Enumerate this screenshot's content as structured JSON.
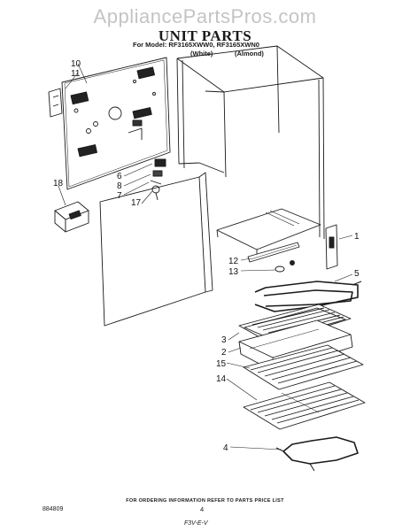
{
  "watermark": "AppliancePartsPros.com",
  "title": "UNIT PARTS",
  "models_line": "For Model: RF3165XWW0, RF3165XWN0",
  "colors": [
    "(White)",
    "(Almond)"
  ],
  "callouts": [
    "10",
    "11",
    "18",
    "6",
    "8",
    "7",
    "17",
    "1",
    "12",
    "13",
    "5",
    "3",
    "2",
    "15",
    "14",
    "4"
  ],
  "footer_note": "FOR ORDERING INFORMATION REFER TO PARTS PRICE LIST",
  "page_number": "4",
  "figure_code": "884809",
  "signature": "F3V-E-V"
}
